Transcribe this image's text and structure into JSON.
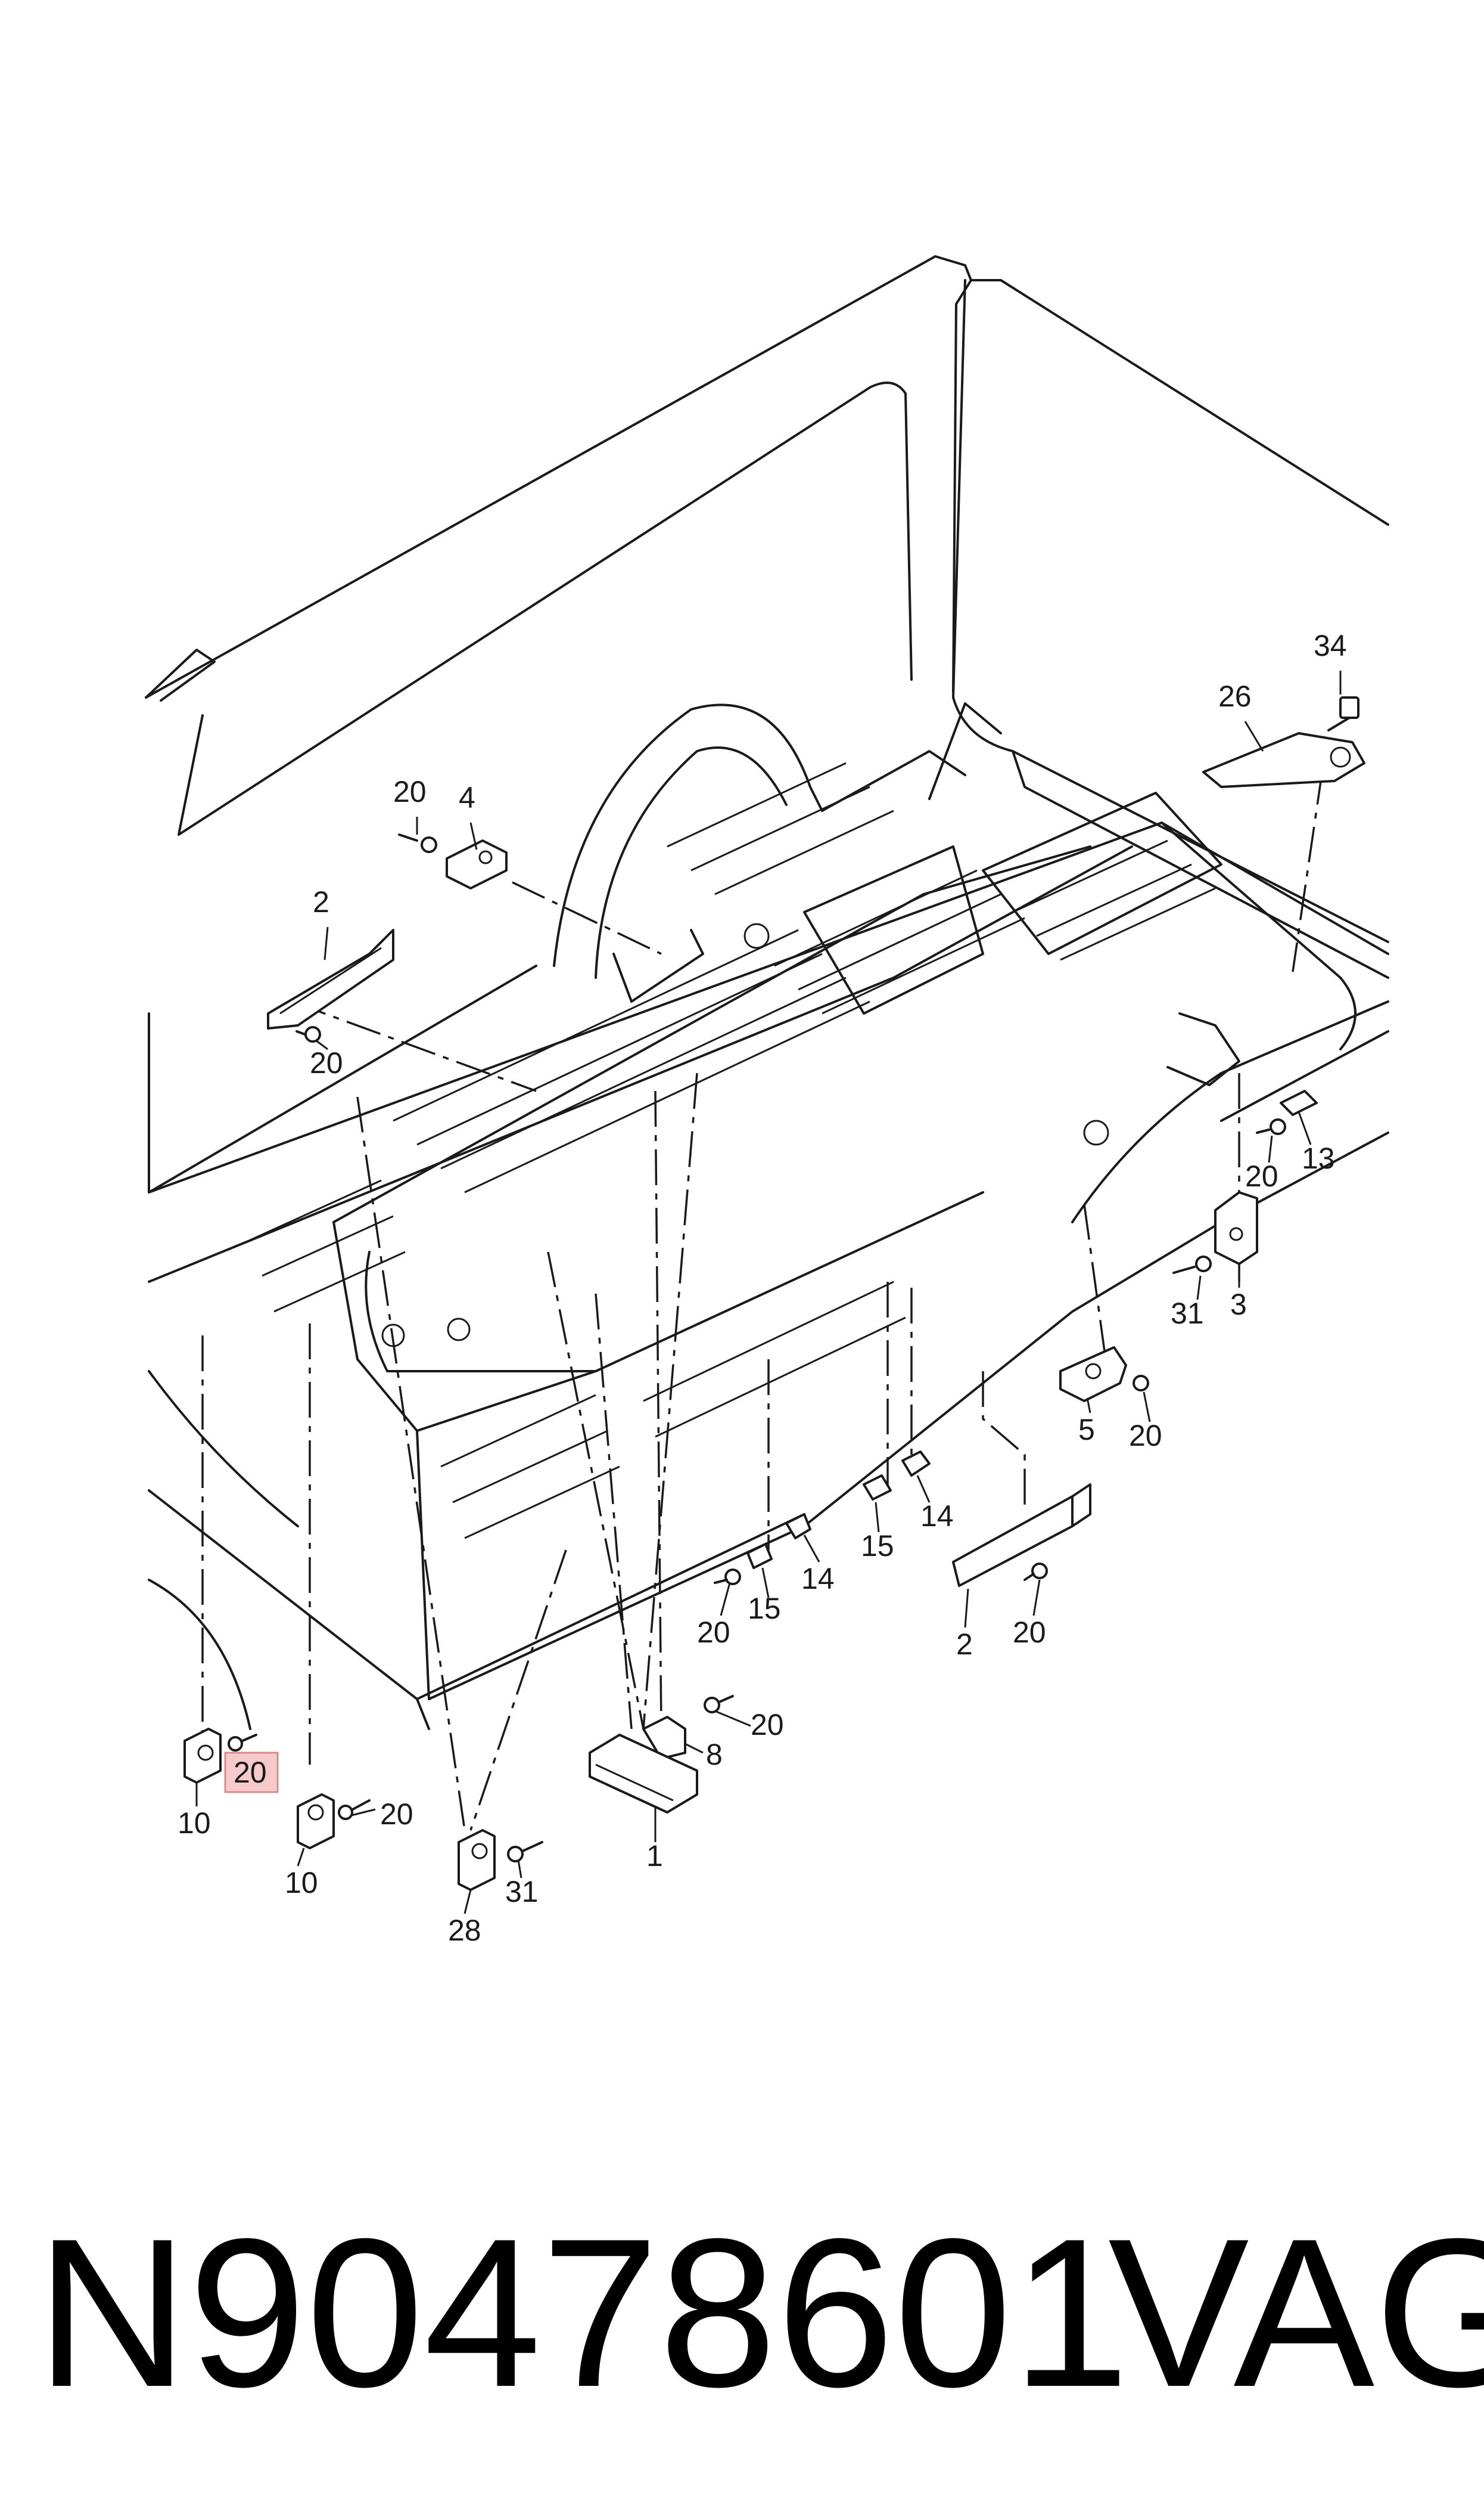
{
  "callouts": [
    {
      "id": "c34",
      "label": "34"
    },
    {
      "id": "c26",
      "label": "26"
    },
    {
      "id": "c20a",
      "label": "20"
    },
    {
      "id": "c4",
      "label": "4"
    },
    {
      "id": "c2a",
      "label": "2"
    },
    {
      "id": "c20b",
      "label": "20"
    },
    {
      "id": "c20c",
      "label": "20"
    },
    {
      "id": "c13",
      "label": "13"
    },
    {
      "id": "c31a",
      "label": "31"
    },
    {
      "id": "c3",
      "label": "3"
    },
    {
      "id": "c5",
      "label": "5"
    },
    {
      "id": "c20d",
      "label": "20"
    },
    {
      "id": "c14a",
      "label": "14"
    },
    {
      "id": "c15a",
      "label": "15"
    },
    {
      "id": "c14b",
      "label": "14"
    },
    {
      "id": "c15b",
      "label": "15"
    },
    {
      "id": "c20e",
      "label": "20"
    },
    {
      "id": "c2b",
      "label": "2"
    },
    {
      "id": "c20f",
      "label": "20"
    },
    {
      "id": "c20g",
      "label": "20"
    },
    {
      "id": "c8",
      "label": "8"
    },
    {
      "id": "c1",
      "label": "1"
    },
    {
      "id": "c20h",
      "label": "20",
      "highlighted": true
    },
    {
      "id": "c10a",
      "label": "10"
    },
    {
      "id": "c20i",
      "label": "20"
    },
    {
      "id": "c10b",
      "label": "10"
    },
    {
      "id": "c31b",
      "label": "31"
    },
    {
      "id": "c28",
      "label": "28"
    }
  ],
  "footer": {
    "part_number": "N90478601",
    "brand": "VAG"
  },
  "colors": {
    "line": "#1a1a1a",
    "highlight_fill": "#f6c9cb",
    "highlight_border": "#d98a8e"
  }
}
